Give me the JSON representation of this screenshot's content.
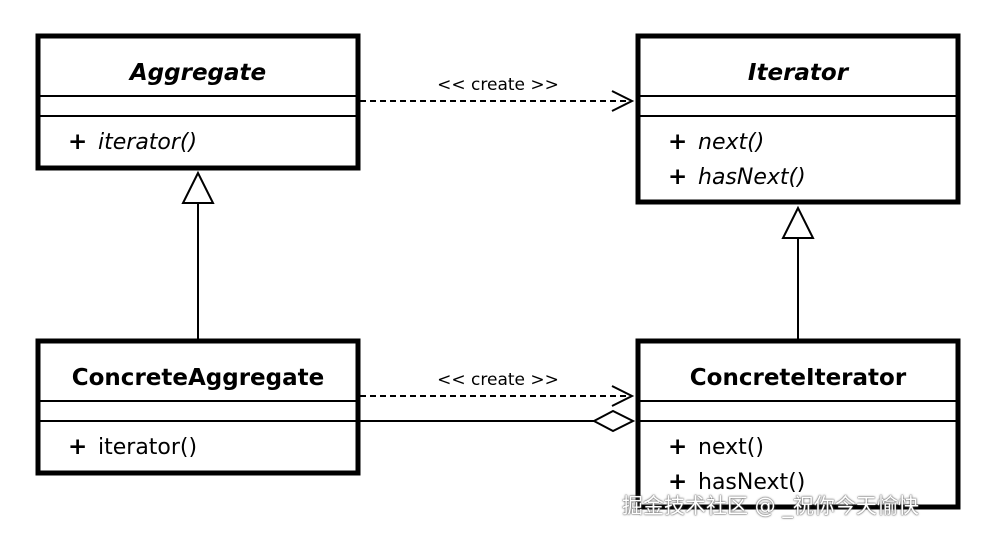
{
  "classes": {
    "aggregate": {
      "name": "Aggregate",
      "operations": [
        {
          "visibility": "+",
          "name": "iterator()"
        }
      ]
    },
    "iterator": {
      "name": "Iterator",
      "operations": [
        {
          "visibility": "+",
          "name": "next()"
        },
        {
          "visibility": "+",
          "name": "hasNext()"
        }
      ]
    },
    "concrete_aggregate": {
      "name": "ConcreteAggregate",
      "operations": [
        {
          "visibility": "+",
          "name": "iterator()"
        }
      ]
    },
    "concrete_iterator": {
      "name": "ConcreteIterator",
      "operations": [
        {
          "visibility": "+",
          "name": "next()"
        },
        {
          "visibility": "+",
          "name": "hasNext()"
        }
      ]
    }
  },
  "relations": {
    "create_top": "<< create >>",
    "create_bottom": "<< create >>"
  },
  "watermark": "掘金技术社区 @ _祝你今天愉快"
}
